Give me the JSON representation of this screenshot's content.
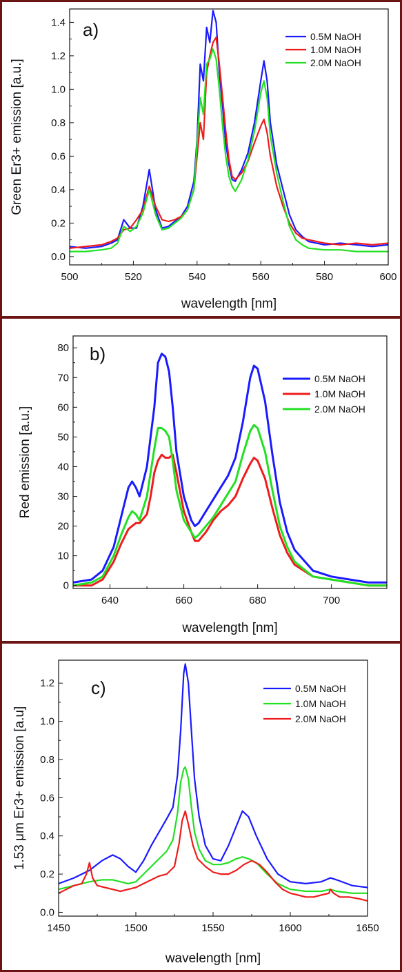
{
  "chart_data": [
    {
      "type": "line",
      "panel_label": "a)",
      "xlabel": "wavelength [nm]",
      "ylabel": "Green Er3+ emission [a.u.]",
      "xlim": [
        500,
        600
      ],
      "ylim": [
        -0.05,
        1.48
      ],
      "xticks": [
        500,
        520,
        540,
        560,
        580,
        600
      ],
      "yticks": [
        0.0,
        0.2,
        0.4,
        0.6,
        0.8,
        1.0,
        1.2,
        1.4
      ],
      "ytick_labels": [
        "0.0",
        "0.2",
        "0.4",
        "0.6",
        "0.8",
        "1.0",
        "1.2",
        "1.4"
      ],
      "legend_position": "top-right",
      "series": [
        {
          "name": "0.5M NaOH",
          "color": "#1a1aff",
          "x": [
            500,
            505,
            510,
            513,
            515,
            517,
            519,
            521,
            523,
            525,
            527,
            529,
            531,
            533,
            535,
            537,
            539,
            540,
            541,
            542,
            543,
            544,
            545,
            546,
            547,
            548,
            549,
            550,
            551,
            552,
            554,
            556,
            558,
            560,
            561,
            562,
            563,
            565,
            567,
            569,
            571,
            573,
            575,
            580,
            585,
            590,
            595,
            600
          ],
          "y": [
            0.06,
            0.05,
            0.06,
            0.08,
            0.1,
            0.22,
            0.17,
            0.17,
            0.3,
            0.52,
            0.28,
            0.17,
            0.18,
            0.21,
            0.24,
            0.3,
            0.45,
            0.7,
            1.15,
            1.05,
            1.37,
            1.28,
            1.47,
            1.4,
            1.1,
            0.9,
            0.68,
            0.55,
            0.46,
            0.45,
            0.52,
            0.62,
            0.8,
            1.05,
            1.17,
            1.05,
            0.8,
            0.55,
            0.4,
            0.25,
            0.16,
            0.12,
            0.09,
            0.07,
            0.08,
            0.07,
            0.06,
            0.07
          ]
        },
        {
          "name": "1.0M NaOH",
          "color": "#ee1c1c",
          "x": [
            500,
            505,
            510,
            513,
            515,
            517,
            519,
            521,
            523,
            525,
            527,
            529,
            531,
            533,
            535,
            537,
            539,
            540,
            541,
            542,
            543,
            544,
            545,
            546,
            547,
            548,
            549,
            550,
            551,
            552,
            554,
            556,
            558,
            560,
            561,
            562,
            563,
            565,
            567,
            569,
            571,
            573,
            575,
            580,
            585,
            590,
            595,
            600
          ],
          "y": [
            0.05,
            0.06,
            0.07,
            0.09,
            0.11,
            0.16,
            0.17,
            0.22,
            0.28,
            0.42,
            0.3,
            0.22,
            0.21,
            0.22,
            0.24,
            0.28,
            0.4,
            0.6,
            0.8,
            0.7,
            1.1,
            1.2,
            1.28,
            1.31,
            1.15,
            0.95,
            0.75,
            0.58,
            0.48,
            0.46,
            0.5,
            0.57,
            0.68,
            0.78,
            0.82,
            0.74,
            0.6,
            0.42,
            0.3,
            0.2,
            0.14,
            0.11,
            0.1,
            0.08,
            0.07,
            0.08,
            0.07,
            0.08
          ]
        },
        {
          "name": "2.0M NaOH",
          "color": "#22e022",
          "x": [
            500,
            505,
            510,
            513,
            515,
            517,
            519,
            521,
            523,
            525,
            527,
            529,
            531,
            533,
            535,
            537,
            539,
            540,
            541,
            542,
            543,
            544,
            545,
            546,
            547,
            548,
            549,
            550,
            551,
            552,
            554,
            556,
            558,
            560,
            561,
            562,
            563,
            565,
            567,
            569,
            571,
            573,
            575,
            580,
            585,
            590,
            595,
            600
          ],
          "y": [
            0.03,
            0.03,
            0.04,
            0.05,
            0.08,
            0.18,
            0.15,
            0.18,
            0.26,
            0.4,
            0.25,
            0.16,
            0.17,
            0.2,
            0.23,
            0.28,
            0.4,
            0.68,
            0.95,
            0.85,
            1.15,
            1.18,
            1.24,
            1.18,
            1.0,
            0.78,
            0.6,
            0.48,
            0.42,
            0.39,
            0.46,
            0.58,
            0.75,
            0.98,
            1.05,
            0.95,
            0.72,
            0.5,
            0.33,
            0.18,
            0.1,
            0.07,
            0.05,
            0.04,
            0.04,
            0.03,
            0.03,
            0.03
          ]
        }
      ]
    },
    {
      "type": "line",
      "panel_label": "b)",
      "xlabel": "wavelength [nm]",
      "ylabel": "Red emission [a.u.]",
      "xlim": [
        630,
        715
      ],
      "ylim": [
        -1,
        84
      ],
      "xticks": [
        640,
        660,
        680,
        700
      ],
      "yticks": [
        0,
        10,
        20,
        30,
        40,
        50,
        60,
        70,
        80
      ],
      "ytick_labels": [
        "0",
        "10",
        "20",
        "30",
        "40",
        "50",
        "60",
        "70",
        "80"
      ],
      "legend_position": "top-right",
      "series": [
        {
          "name": "0.5M NaOH",
          "color": "#1a1aff",
          "x": [
            630,
            635,
            638,
            641,
            643,
            645,
            646,
            647,
            648,
            650,
            651,
            652,
            653,
            654,
            655,
            656,
            657,
            658,
            660,
            662,
            663,
            664,
            666,
            668,
            670,
            672,
            674,
            676,
            678,
            679,
            680,
            682,
            684,
            686,
            688,
            690,
            695,
            700,
            705,
            710,
            715
          ],
          "y": [
            1,
            2,
            5,
            13,
            23,
            33,
            35,
            33,
            30,
            40,
            50,
            60,
            75,
            78,
            77,
            72,
            60,
            45,
            30,
            22,
            20,
            21,
            25,
            29,
            33,
            37,
            43,
            55,
            70,
            74,
            73,
            62,
            44,
            28,
            18,
            12,
            5,
            3,
            2,
            1,
            1
          ]
        },
        {
          "name": "1.0M NaOH",
          "color": "#ee1c1c",
          "x": [
            630,
            635,
            638,
            641,
            643,
            645,
            646,
            647,
            648,
            650,
            651,
            652,
            653,
            654,
            655,
            656,
            657,
            658,
            660,
            662,
            663,
            664,
            666,
            668,
            670,
            672,
            674,
            676,
            678,
            679,
            680,
            682,
            684,
            686,
            688,
            690,
            695,
            700,
            705,
            710,
            715
          ],
          "y": [
            0,
            0,
            2,
            8,
            14,
            19,
            20,
            21,
            21,
            24,
            30,
            38,
            42,
            44,
            43,
            43,
            44,
            38,
            25,
            18,
            15,
            15,
            18,
            22,
            25,
            27,
            30,
            36,
            41,
            43,
            42,
            36,
            26,
            17,
            11,
            7,
            3,
            2,
            1,
            0,
            0
          ]
        },
        {
          "name": "2.0M NaOH",
          "color": "#22e022",
          "x": [
            630,
            635,
            638,
            641,
            643,
            645,
            646,
            647,
            648,
            650,
            651,
            652,
            653,
            654,
            655,
            656,
            657,
            658,
            660,
            662,
            663,
            664,
            666,
            668,
            670,
            672,
            674,
            676,
            678,
            679,
            680,
            682,
            684,
            686,
            688,
            690,
            695,
            700,
            705,
            710,
            715
          ],
          "y": [
            0,
            1,
            3,
            10,
            17,
            23,
            25,
            24,
            22,
            30,
            38,
            46,
            53,
            53,
            52,
            50,
            42,
            32,
            22,
            18,
            16,
            17,
            20,
            23,
            27,
            31,
            35,
            44,
            52,
            54,
            53,
            45,
            32,
            20,
            13,
            8,
            3,
            2,
            1,
            0,
            0
          ]
        }
      ]
    },
    {
      "type": "line",
      "panel_label": "c)",
      "xlabel": "wavelength [nm]",
      "ylabel": "1.53 μm Er3+ emission  [a.u]",
      "xlim": [
        1450,
        1650
      ],
      "ylim": [
        -0.02,
        1.32
      ],
      "xticks": [
        1450,
        1500,
        1550,
        1600,
        1650
      ],
      "yticks": [
        0.0,
        0.2,
        0.4,
        0.6,
        0.8,
        1.0,
        1.2
      ],
      "ytick_labels": [
        "0.0",
        "0.2",
        "0.4",
        "0.6",
        "0.8",
        "1.0",
        "1.2"
      ],
      "legend_position": "top-right",
      "series": [
        {
          "name": "0.5M NaOH",
          "color": "#1a1aff",
          "x": [
            1450,
            1460,
            1470,
            1478,
            1485,
            1490,
            1495,
            1500,
            1505,
            1510,
            1515,
            1520,
            1524,
            1527,
            1529,
            1531,
            1532,
            1534,
            1536,
            1538,
            1541,
            1545,
            1550,
            1555,
            1560,
            1565,
            1569,
            1573,
            1578,
            1585,
            1592,
            1600,
            1610,
            1620,
            1626,
            1630,
            1640,
            1650
          ],
          "y": [
            0.15,
            0.18,
            0.22,
            0.27,
            0.3,
            0.28,
            0.24,
            0.21,
            0.27,
            0.35,
            0.42,
            0.49,
            0.55,
            0.72,
            0.95,
            1.25,
            1.3,
            1.2,
            0.95,
            0.7,
            0.5,
            0.35,
            0.28,
            0.27,
            0.35,
            0.45,
            0.53,
            0.5,
            0.4,
            0.28,
            0.2,
            0.16,
            0.15,
            0.16,
            0.18,
            0.17,
            0.14,
            0.13
          ]
        },
        {
          "name": "1.0M NaOH",
          "color": "#22e022",
          "x": [
            1450,
            1460,
            1470,
            1478,
            1485,
            1490,
            1495,
            1500,
            1505,
            1510,
            1515,
            1520,
            1524,
            1527,
            1529,
            1531,
            1532,
            1534,
            1536,
            1538,
            1541,
            1545,
            1550,
            1555,
            1560,
            1565,
            1569,
            1573,
            1578,
            1585,
            1592,
            1600,
            1610,
            1620,
            1626,
            1630,
            1640,
            1650
          ],
          "y": [
            0.12,
            0.14,
            0.16,
            0.17,
            0.17,
            0.16,
            0.15,
            0.16,
            0.2,
            0.24,
            0.28,
            0.32,
            0.38,
            0.52,
            0.68,
            0.75,
            0.76,
            0.7,
            0.55,
            0.42,
            0.33,
            0.27,
            0.25,
            0.25,
            0.26,
            0.28,
            0.29,
            0.28,
            0.26,
            0.2,
            0.15,
            0.12,
            0.11,
            0.11,
            0.12,
            0.11,
            0.1,
            0.1
          ]
        },
        {
          "name": "2.0M NaOH",
          "color": "#ee1c1c",
          "x": [
            1450,
            1455,
            1460,
            1465,
            1468,
            1470,
            1472,
            1475,
            1480,
            1485,
            1490,
            1495,
            1500,
            1505,
            1510,
            1515,
            1520,
            1525,
            1528,
            1530,
            1532,
            1534,
            1537,
            1540,
            1545,
            1550,
            1555,
            1560,
            1565,
            1570,
            1575,
            1580,
            1585,
            1590,
            1595,
            1600,
            1605,
            1610,
            1615,
            1620,
            1625,
            1626,
            1628,
            1632,
            1638,
            1645,
            1650
          ],
          "y": [
            0.1,
            0.12,
            0.14,
            0.15,
            0.2,
            0.26,
            0.18,
            0.14,
            0.13,
            0.12,
            0.11,
            0.12,
            0.13,
            0.15,
            0.17,
            0.19,
            0.2,
            0.24,
            0.36,
            0.48,
            0.53,
            0.46,
            0.35,
            0.28,
            0.24,
            0.21,
            0.2,
            0.2,
            0.22,
            0.25,
            0.27,
            0.25,
            0.21,
            0.16,
            0.12,
            0.1,
            0.09,
            0.08,
            0.08,
            0.09,
            0.1,
            0.12,
            0.1,
            0.08,
            0.08,
            0.07,
            0.06
          ]
        }
      ]
    }
  ]
}
